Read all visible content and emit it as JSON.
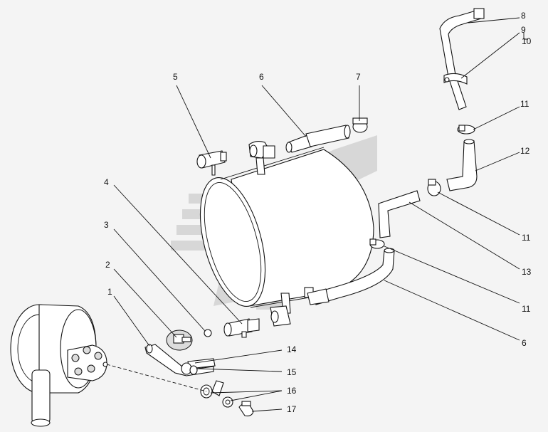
{
  "callouts": [
    {
      "id": "c1",
      "text": "1"
    },
    {
      "id": "c2",
      "text": "2"
    },
    {
      "id": "c3",
      "text": "3"
    },
    {
      "id": "c4",
      "text": "4"
    },
    {
      "id": "c5",
      "text": "5"
    },
    {
      "id": "c6a",
      "text": "6"
    },
    {
      "id": "c6b",
      "text": "6"
    },
    {
      "id": "c7",
      "text": "7"
    },
    {
      "id": "c8",
      "text": "8"
    },
    {
      "id": "c9",
      "text": "9"
    },
    {
      "id": "c10",
      "text": "10"
    },
    {
      "id": "c11a",
      "text": "11"
    },
    {
      "id": "c11b",
      "text": "11"
    },
    {
      "id": "c11c",
      "text": "11"
    },
    {
      "id": "c12",
      "text": "12"
    },
    {
      "id": "c13",
      "text": "13"
    },
    {
      "id": "c14",
      "text": "14"
    },
    {
      "id": "c15",
      "text": "15"
    },
    {
      "id": "c16",
      "text": "16"
    },
    {
      "id": "c17",
      "text": "17"
    }
  ],
  "colors": {
    "background": "#f4f4f4",
    "line": "#111111",
    "watermark": "#d7d7d7"
  }
}
